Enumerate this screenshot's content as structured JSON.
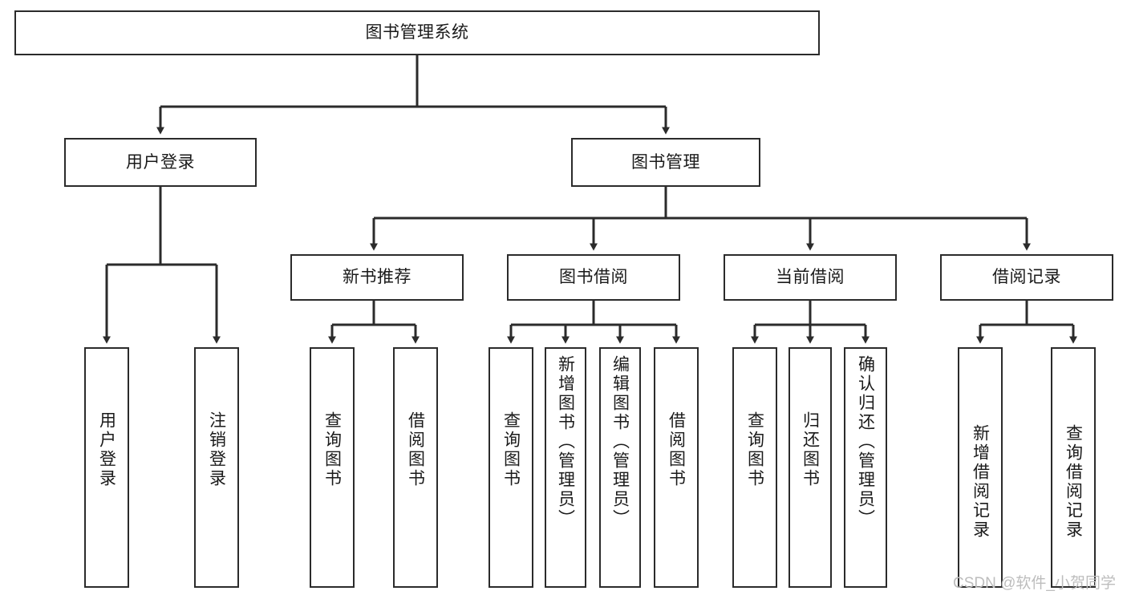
{
  "diagram": {
    "type": "hierarchy-tree",
    "title": "图书管理系统",
    "watermark": "CSDN @软件_小贺同学",
    "colors": {
      "node_border": "#2b2b2b",
      "node_fill": "#ffffff",
      "edge": "#2b2b2b",
      "text": "#1a1a1a",
      "watermark": "#bdbdbd",
      "background": "#ffffff"
    },
    "root": {
      "id": "root",
      "label": "图书管理系统"
    },
    "level2": [
      {
        "id": "user-login",
        "label": "用户登录"
      },
      {
        "id": "book-manage",
        "label": "图书管理"
      }
    ],
    "level3": [
      {
        "id": "new-book-rec",
        "label": "新书推荐",
        "parent": "book-manage"
      },
      {
        "id": "book-borrow",
        "label": "图书借阅",
        "parent": "book-manage"
      },
      {
        "id": "current-borrow",
        "label": "当前借阅",
        "parent": "book-manage"
      },
      {
        "id": "borrow-record",
        "label": "借阅记录",
        "parent": "book-manage"
      }
    ],
    "leaves": [
      {
        "id": "leaf-user-login",
        "label": "用户登录",
        "parent": "user-login"
      },
      {
        "id": "leaf-user-logout",
        "label": "注销登录",
        "parent": "user-login"
      },
      {
        "id": "leaf-query-book-1",
        "label": "查询图书",
        "parent": "new-book-rec"
      },
      {
        "id": "leaf-borrow-book-1",
        "label": "借阅图书",
        "parent": "new-book-rec"
      },
      {
        "id": "leaf-query-book-2",
        "label": "查询图书",
        "parent": "book-borrow"
      },
      {
        "id": "leaf-add-book",
        "label": "新增图书（管理员）",
        "parent": "book-borrow"
      },
      {
        "id": "leaf-edit-book",
        "label": "编辑图书（管理员）",
        "parent": "book-borrow"
      },
      {
        "id": "leaf-borrow-book-2",
        "label": "借阅图书",
        "parent": "book-borrow"
      },
      {
        "id": "leaf-query-book-3",
        "label": "查询图书",
        "parent": "current-borrow"
      },
      {
        "id": "leaf-return-book",
        "label": "归还图书",
        "parent": "current-borrow"
      },
      {
        "id": "leaf-confirm-return",
        "label": "确认归还（管理员）",
        "parent": "current-borrow"
      },
      {
        "id": "leaf-add-record",
        "label": "新增借阅记录",
        "parent": "borrow-record"
      },
      {
        "id": "leaf-query-record",
        "label": "查询借阅记录",
        "parent": "borrow-record"
      }
    ]
  }
}
